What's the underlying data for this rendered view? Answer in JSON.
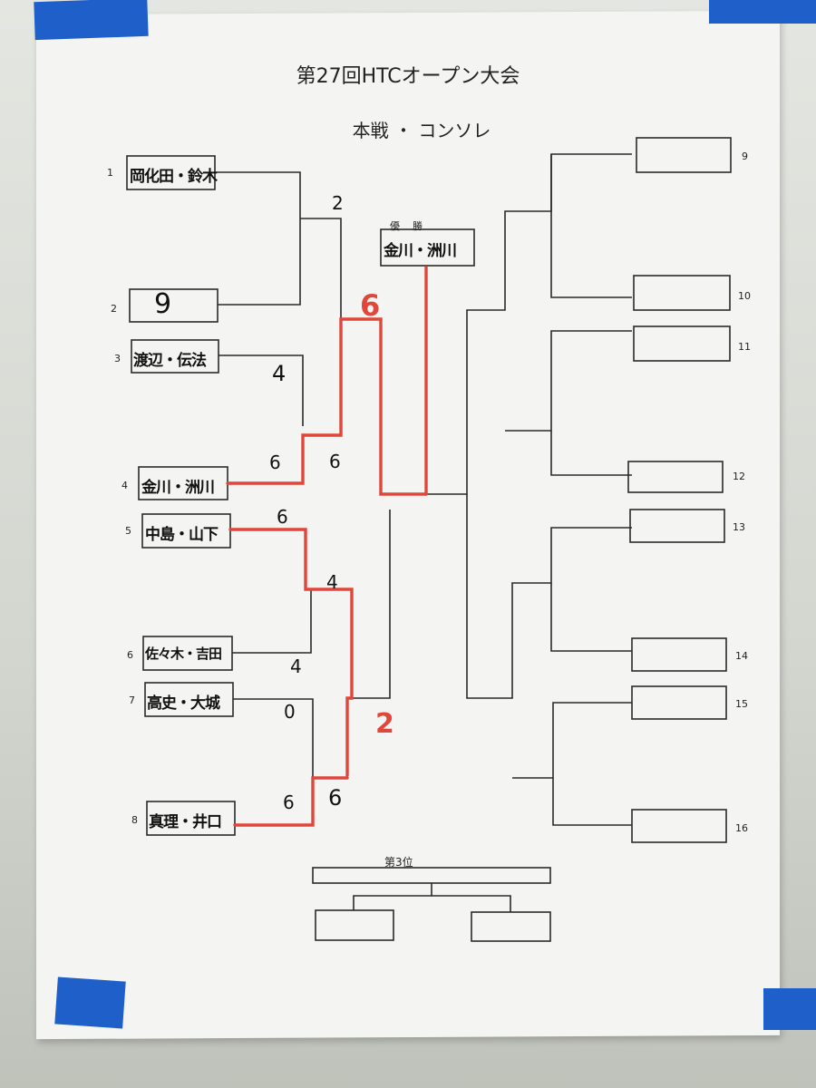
{
  "title": "第27回HTCオープン大会",
  "subtitle": "本戦 ・ コンソレ",
  "champion_label": "優勝",
  "champion": "金川・洲川",
  "third_place_label": "第3位",
  "entries": [
    {
      "seed": "1",
      "name": "岡化田・鈴木"
    },
    {
      "seed": "2",
      "name": "9"
    },
    {
      "seed": "3",
      "name": "渡辺・伝法"
    },
    {
      "seed": "4",
      "name": "金川・洲川"
    },
    {
      "seed": "5",
      "name": "中島・山下"
    },
    {
      "seed": "6",
      "name": "佐々木・吉田"
    },
    {
      "seed": "7",
      "name": "高史・大城"
    },
    {
      "seed": "8",
      "name": "真理・井口"
    }
  ],
  "empty_seeds": [
    "9",
    "10",
    "11",
    "12",
    "13",
    "14",
    "15",
    "16"
  ],
  "scores": {
    "r1_top": "2",
    "m2_upper": "4",
    "m2_lower": "6",
    "m2_winner": "6",
    "semi_top": "6",
    "m3_upper": "6",
    "m3_mid": "4",
    "m3_lower": "4",
    "m4_upper": "0",
    "m4_lower": "6",
    "m4_winner": "6",
    "semi_bottom": "2"
  },
  "colors": {
    "ink": "#222222",
    "red": "#e0463a",
    "tape": "#1f5fc9"
  }
}
